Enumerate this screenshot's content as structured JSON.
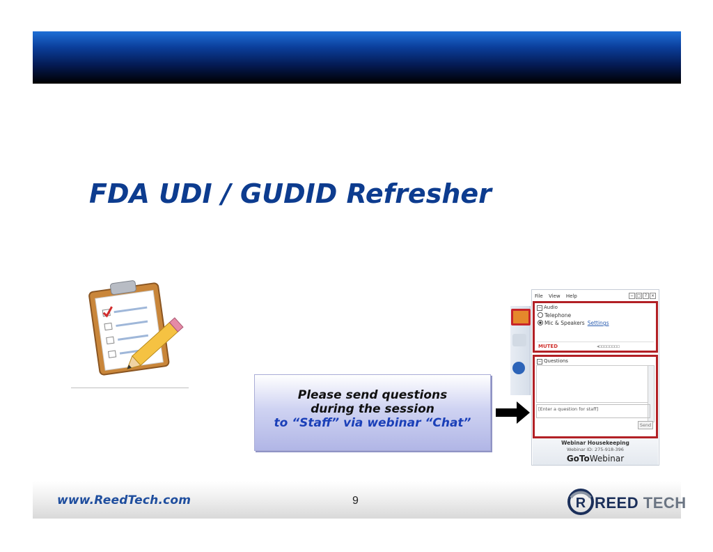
{
  "slide": {
    "title": "FDA UDI / GUDID Refresher",
    "note": {
      "line1": "Please send questions",
      "line2": "during the session",
      "line3": "to “Staff” via webinar “Chat”"
    },
    "page_number": "9"
  },
  "webinar_panel": {
    "menu": [
      "File",
      "View",
      "Help"
    ],
    "audio": {
      "section_label": "Audio",
      "option_telephone": "Telephone",
      "option_mic": "Mic & Speakers",
      "settings_link": "Settings",
      "muted_label": "MUTED",
      "selected": "Mic & Speakers"
    },
    "questions": {
      "section_label": "Questions",
      "input_placeholder": "[Enter a question for staff]",
      "send_label": "Send"
    },
    "footer": {
      "title": "Webinar Housekeeping",
      "id_label": "Webinar ID: 275-918-396",
      "logo_bold": "GoTo",
      "logo_light": "Webinar"
    }
  },
  "footer": {
    "url": "www.ReedTech.com",
    "brand_primary": "REED",
    "brand_secondary": "TECH"
  },
  "colors": {
    "header_dark": "#041a52",
    "header_light": "#1f6fd6",
    "title_blue": "#0d3c8f",
    "highlight_red": "#b22025",
    "brand_navy": "#1b2f5a"
  }
}
